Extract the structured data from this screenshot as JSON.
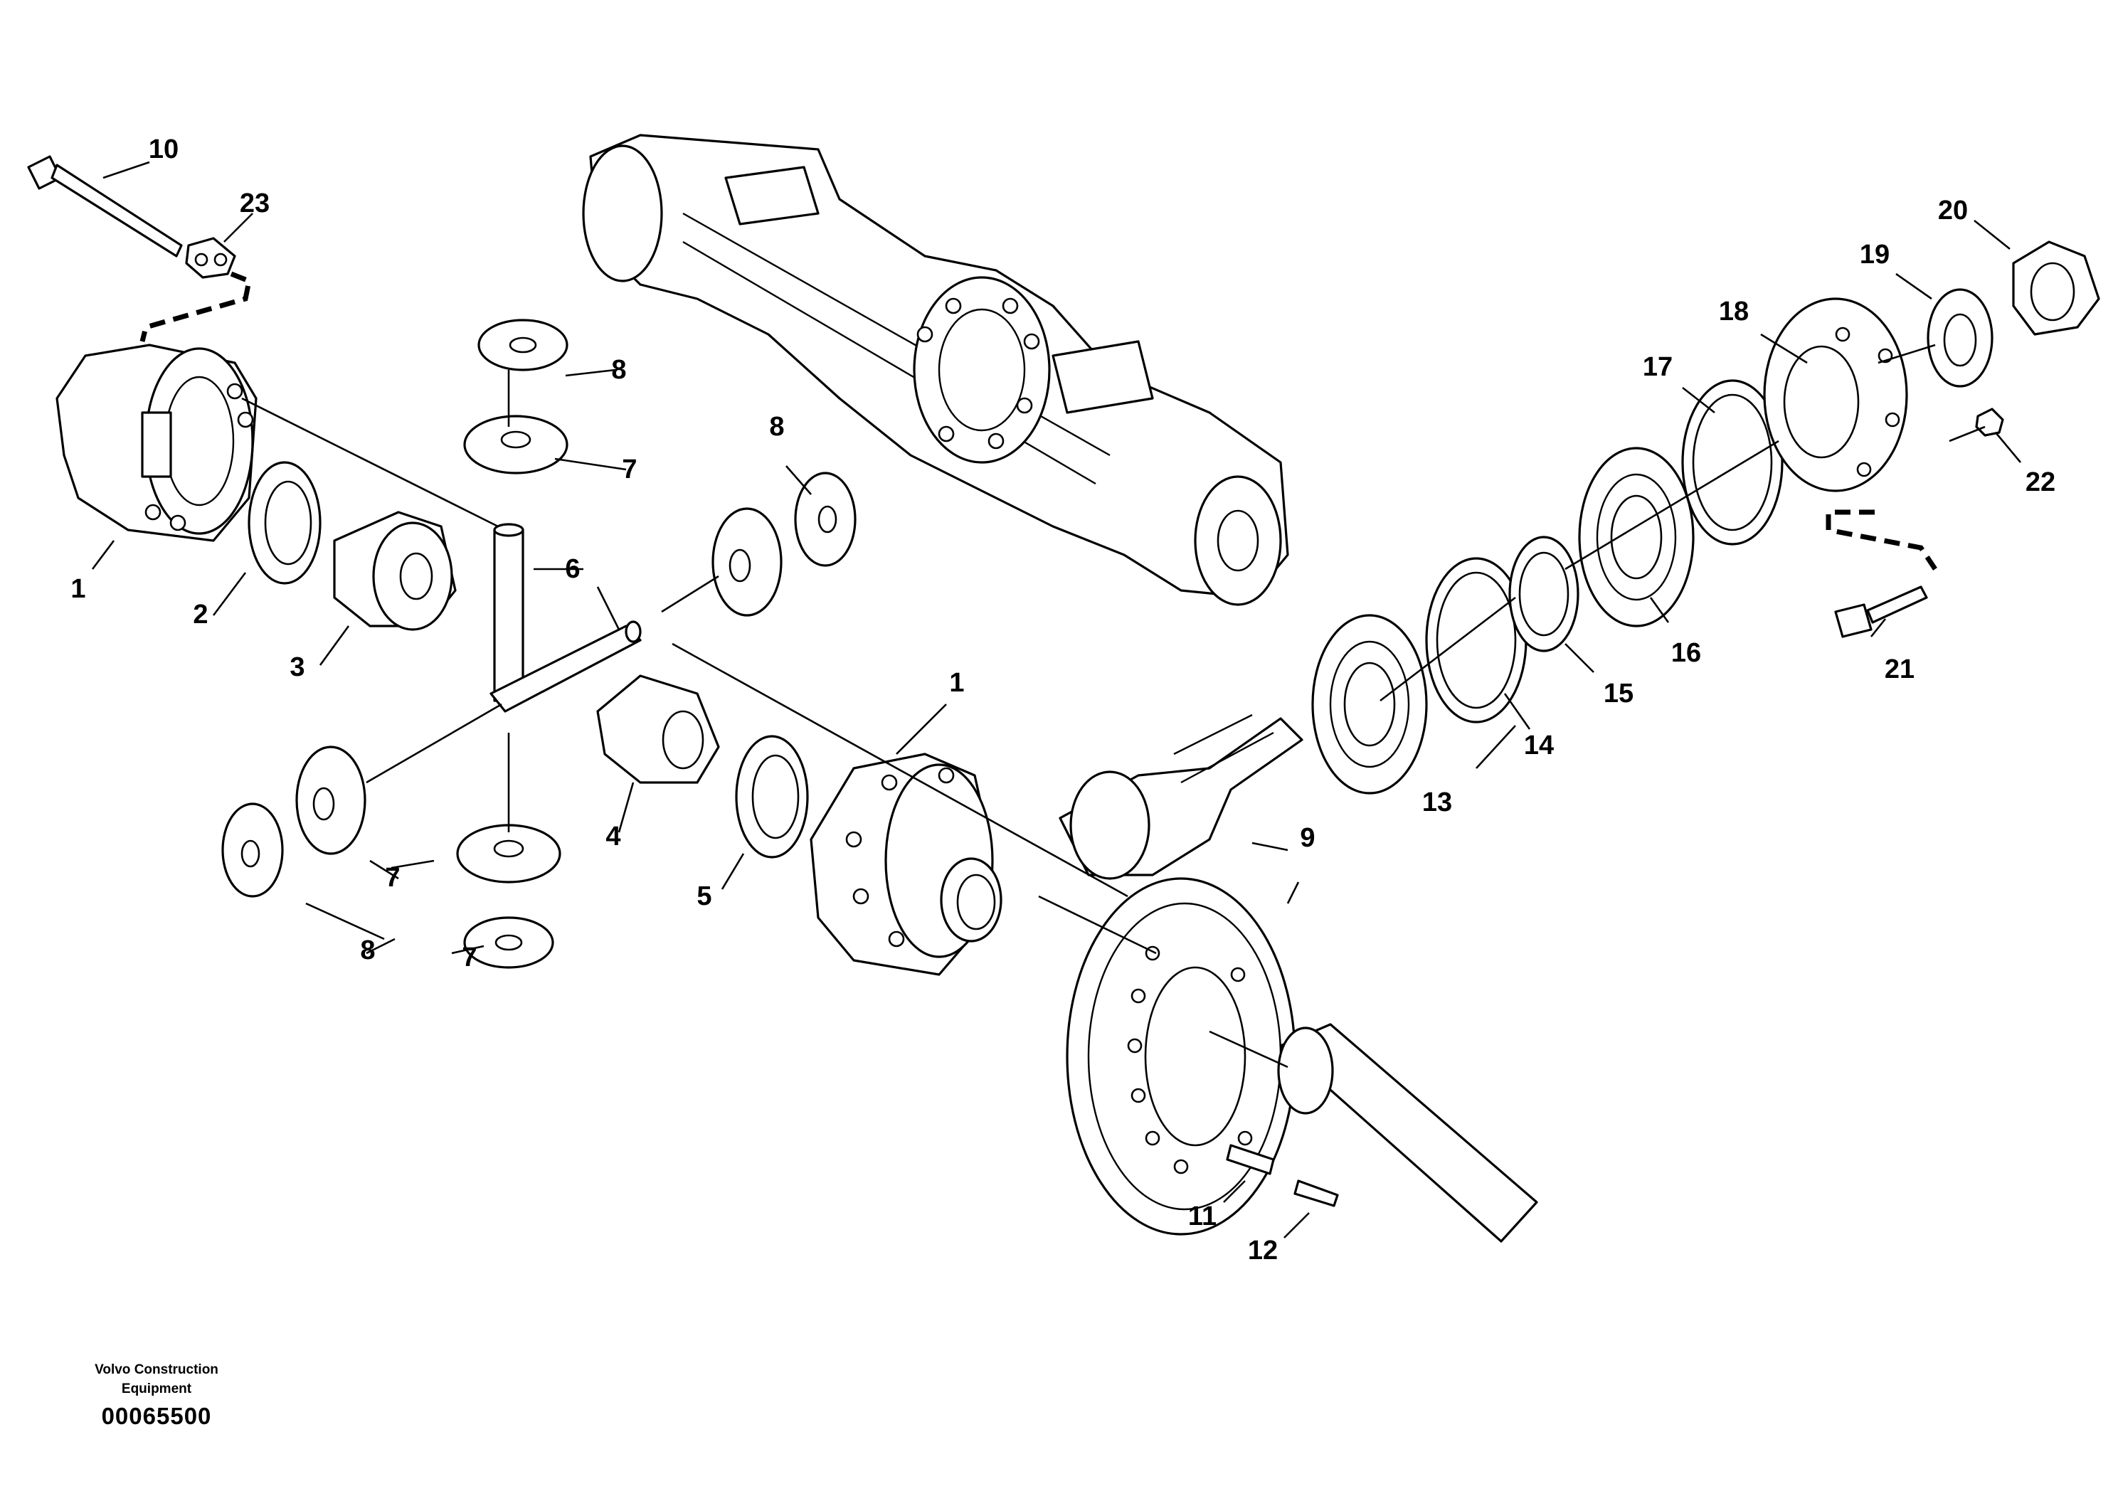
{
  "footer": {
    "brand_line1": "Volvo Construction",
    "brand_line2": "Equipment",
    "document_number": "00065500"
  },
  "callouts": [
    "1",
    "1",
    "2",
    "3",
    "4",
    "5",
    "6",
    "7",
    "7",
    "7",
    "8",
    "8",
    "8",
    "9",
    "10",
    "11",
    "12",
    "13",
    "14",
    "15",
    "16",
    "17",
    "18",
    "19",
    "20",
    "21",
    "22",
    "23"
  ]
}
